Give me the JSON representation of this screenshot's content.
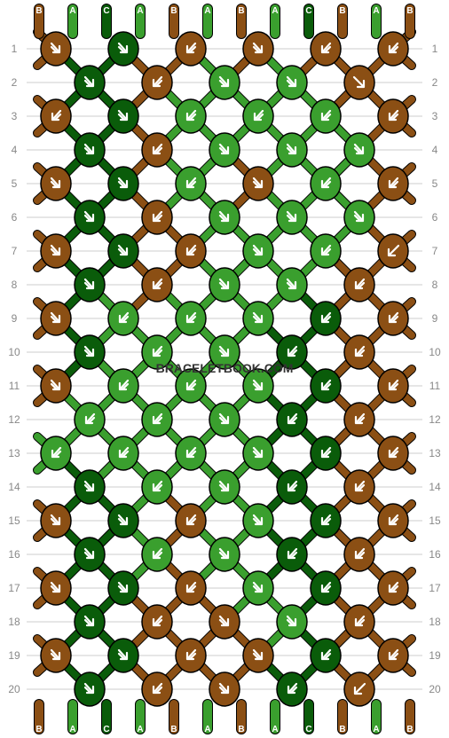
{
  "watermark": "BRACELETBOOK.COM",
  "colors": {
    "A": "#3a9f2e",
    "B": "#8b4f14",
    "C": "#0a5c0a",
    "arrow": "#ffffff",
    "outline": "#000000",
    "gridline": "#cccccc",
    "rownum": "#888888"
  },
  "strands_top": [
    "B",
    "A",
    "C",
    "A",
    "B",
    "A",
    "B",
    "A",
    "C",
    "B",
    "A",
    "B"
  ],
  "strands_bottom": [
    "B",
    "A",
    "C",
    "A",
    "B",
    "A",
    "B",
    "A",
    "C",
    "B",
    "A",
    "B"
  ],
  "rows": [
    {
      "n": "1",
      "knots": [
        {
          "c": "B",
          "d": "rr"
        },
        {
          "c": "C",
          "d": "rr"
        },
        {
          "c": "B",
          "d": "ll"
        },
        {
          "c": "B",
          "d": "rr"
        },
        {
          "c": "B",
          "d": "ll"
        },
        {
          "c": "B",
          "d": "ll"
        }
      ]
    },
    {
      "n": "2",
      "knots": [
        {
          "c": "C",
          "d": "rr"
        },
        {
          "c": "B",
          "d": "ll"
        },
        {
          "c": "A",
          "d": "rr"
        },
        {
          "c": "A",
          "d": "rr"
        },
        {
          "c": "B",
          "d": "r"
        }
      ]
    },
    {
      "n": "3",
      "knots": [
        {
          "c": "B",
          "d": "ll"
        },
        {
          "c": "C",
          "d": "rr"
        },
        {
          "c": "A",
          "d": "ll"
        },
        {
          "c": "A",
          "d": "ll"
        },
        {
          "c": "A",
          "d": "ll"
        },
        {
          "c": "B",
          "d": "ll"
        }
      ]
    },
    {
      "n": "4",
      "knots": [
        {
          "c": "C",
          "d": "rr"
        },
        {
          "c": "B",
          "d": "ll"
        },
        {
          "c": "A",
          "d": "rr"
        },
        {
          "c": "A",
          "d": "rr"
        },
        {
          "c": "A",
          "d": "rr"
        }
      ]
    },
    {
      "n": "5",
      "knots": [
        {
          "c": "B",
          "d": "rr"
        },
        {
          "c": "C",
          "d": "rr"
        },
        {
          "c": "A",
          "d": "ll"
        },
        {
          "c": "B",
          "d": "rr"
        },
        {
          "c": "A",
          "d": "ll"
        },
        {
          "c": "B",
          "d": "ll"
        }
      ]
    },
    {
      "n": "6",
      "knots": [
        {
          "c": "C",
          "d": "rr"
        },
        {
          "c": "B",
          "d": "ll"
        },
        {
          "c": "A",
          "d": "rr"
        },
        {
          "c": "A",
          "d": "rr"
        },
        {
          "c": "A",
          "d": "rr"
        }
      ]
    },
    {
      "n": "7",
      "knots": [
        {
          "c": "B",
          "d": "rr"
        },
        {
          "c": "C",
          "d": "rr"
        },
        {
          "c": "B",
          "d": "ll"
        },
        {
          "c": "A",
          "d": "rr"
        },
        {
          "c": "A",
          "d": "ll"
        },
        {
          "c": "B",
          "d": "l"
        }
      ]
    },
    {
      "n": "8",
      "knots": [
        {
          "c": "C",
          "d": "rr"
        },
        {
          "c": "B",
          "d": "ll"
        },
        {
          "c": "A",
          "d": "rr"
        },
        {
          "c": "A",
          "d": "rr"
        },
        {
          "c": "B",
          "d": "ll"
        }
      ]
    },
    {
      "n": "9",
      "knots": [
        {
          "c": "B",
          "d": "rr"
        },
        {
          "c": "A",
          "d": "ll"
        },
        {
          "c": "A",
          "d": "ll"
        },
        {
          "c": "A",
          "d": "rr"
        },
        {
          "c": "C",
          "d": "ll"
        },
        {
          "c": "B",
          "d": "ll"
        }
      ]
    },
    {
      "n": "10",
      "knots": [
        {
          "c": "C",
          "d": "rr"
        },
        {
          "c": "A",
          "d": "ll"
        },
        {
          "c": "A",
          "d": "rr"
        },
        {
          "c": "C",
          "d": "ll"
        },
        {
          "c": "B",
          "d": "ll"
        }
      ]
    },
    {
      "n": "11",
      "knots": [
        {
          "c": "B",
          "d": "rr"
        },
        {
          "c": "A",
          "d": "ll"
        },
        {
          "c": "A",
          "d": "ll"
        },
        {
          "c": "A",
          "d": "rr"
        },
        {
          "c": "C",
          "d": "ll"
        },
        {
          "c": "B",
          "d": "ll"
        }
      ]
    },
    {
      "n": "12",
      "knots": [
        {
          "c": "A",
          "d": "ll"
        },
        {
          "c": "A",
          "d": "ll"
        },
        {
          "c": "A",
          "d": "rr"
        },
        {
          "c": "C",
          "d": "ll"
        },
        {
          "c": "B",
          "d": "ll"
        }
      ]
    },
    {
      "n": "13",
      "knots": [
        {
          "c": "A",
          "d": "ll"
        },
        {
          "c": "A",
          "d": "ll"
        },
        {
          "c": "A",
          "d": "ll"
        },
        {
          "c": "A",
          "d": "rr"
        },
        {
          "c": "C",
          "d": "ll"
        },
        {
          "c": "B",
          "d": "ll"
        }
      ]
    },
    {
      "n": "14",
      "knots": [
        {
          "c": "C",
          "d": "rr"
        },
        {
          "c": "A",
          "d": "ll"
        },
        {
          "c": "A",
          "d": "rr"
        },
        {
          "c": "C",
          "d": "ll"
        },
        {
          "c": "B",
          "d": "ll"
        }
      ]
    },
    {
      "n": "15",
      "knots": [
        {
          "c": "B",
          "d": "rr"
        },
        {
          "c": "C",
          "d": "rr"
        },
        {
          "c": "B",
          "d": "ll"
        },
        {
          "c": "A",
          "d": "rr"
        },
        {
          "c": "C",
          "d": "ll"
        },
        {
          "c": "B",
          "d": "ll"
        }
      ]
    },
    {
      "n": "16",
      "knots": [
        {
          "c": "C",
          "d": "rr"
        },
        {
          "c": "A",
          "d": "ll"
        },
        {
          "c": "A",
          "d": "rr"
        },
        {
          "c": "C",
          "d": "ll"
        },
        {
          "c": "B",
          "d": "ll"
        }
      ]
    },
    {
      "n": "17",
      "knots": [
        {
          "c": "B",
          "d": "rr"
        },
        {
          "c": "C",
          "d": "rr"
        },
        {
          "c": "B",
          "d": "ll"
        },
        {
          "c": "A",
          "d": "rr"
        },
        {
          "c": "C",
          "d": "ll"
        },
        {
          "c": "B",
          "d": "ll"
        }
      ]
    },
    {
      "n": "18",
      "knots": [
        {
          "c": "C",
          "d": "rr"
        },
        {
          "c": "B",
          "d": "ll"
        },
        {
          "c": "B",
          "d": "rr"
        },
        {
          "c": "A",
          "d": "rr"
        },
        {
          "c": "B",
          "d": "ll"
        }
      ]
    },
    {
      "n": "19",
      "knots": [
        {
          "c": "B",
          "d": "rr"
        },
        {
          "c": "C",
          "d": "rr"
        },
        {
          "c": "B",
          "d": "ll"
        },
        {
          "c": "B",
          "d": "rr"
        },
        {
          "c": "C",
          "d": "ll"
        },
        {
          "c": "B",
          "d": "ll"
        }
      ]
    },
    {
      "n": "20",
      "knots": [
        {
          "c": "C",
          "d": "rr"
        },
        {
          "c": "B",
          "d": "ll"
        },
        {
          "c": "B",
          "d": "rr"
        },
        {
          "c": "C",
          "d": "ll"
        },
        {
          "c": "B",
          "d": "l"
        }
      ]
    }
  ]
}
